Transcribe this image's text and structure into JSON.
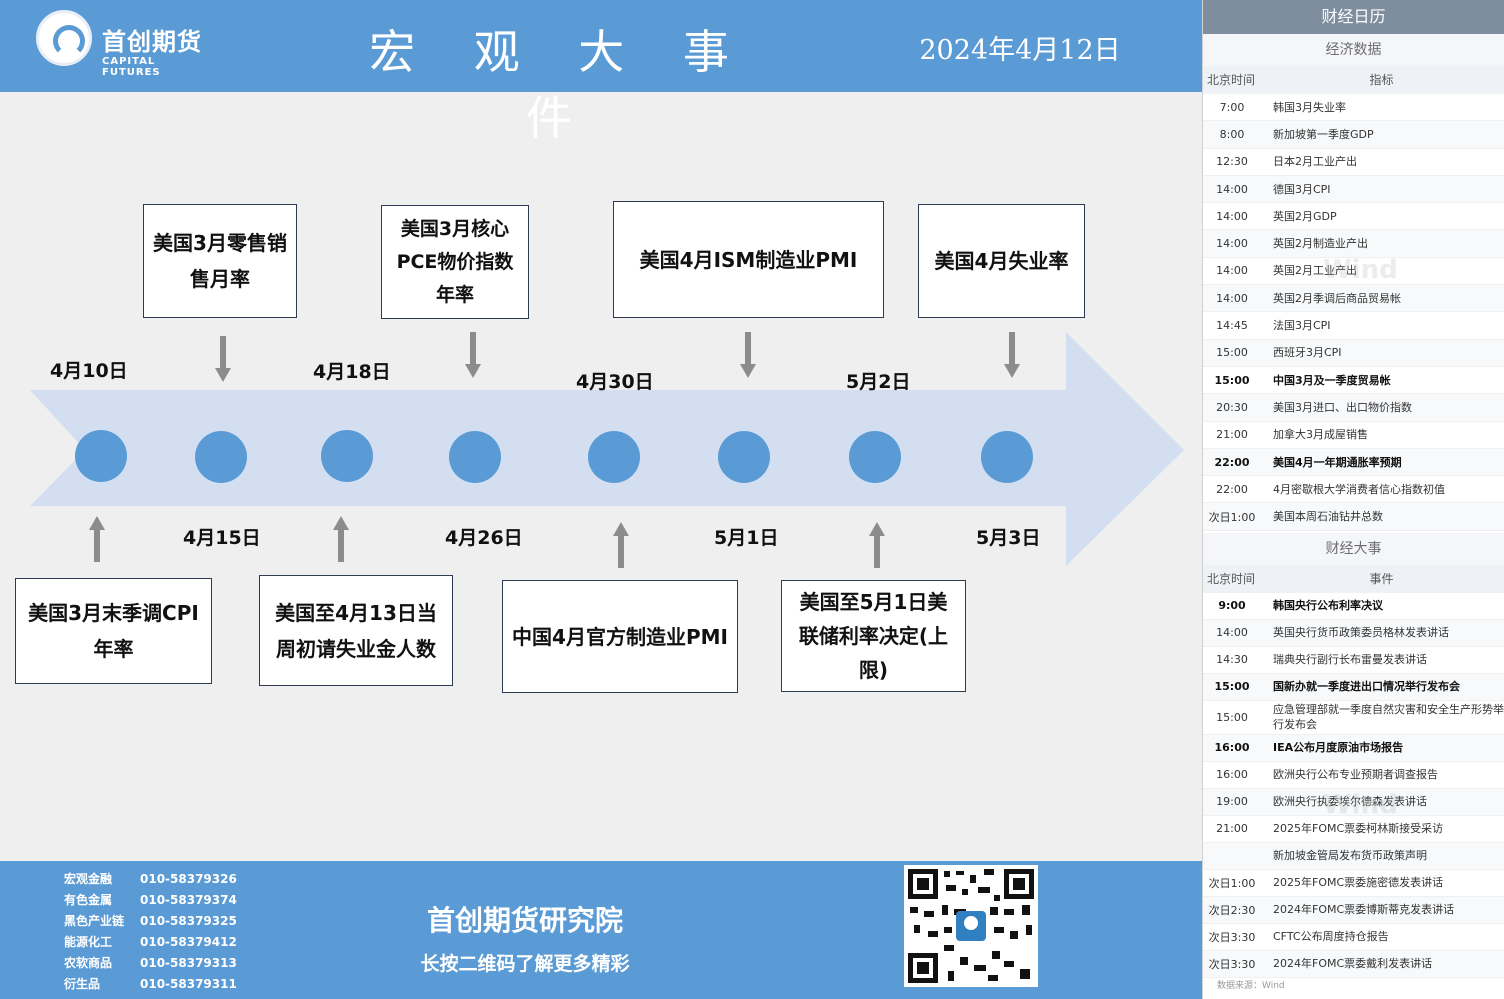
{
  "header": {
    "logo_cn": "首创期货",
    "logo_en": "CAPITAL FUTURES",
    "title": "宏 观 大 事 件",
    "date": "2024年4月12日"
  },
  "timeline": {
    "upper_dates": [
      "4月10日",
      "4月18日",
      "4月30日",
      "5月2日"
    ],
    "lower_dates": [
      "4月15日",
      "4月26日",
      "5月1日",
      "5月3日"
    ],
    "upper_events": [
      "美国3月零售销售月率",
      "美国3月核心PCE物价指数年率",
      "美国4月ISM制造业PMI",
      "美国4月失业率"
    ],
    "lower_events": [
      "美国3月末季调CPI年率",
      "美国至4月13日当周初请失业金人数",
      "中国4月官方制造业PMI",
      "美国至5月1日美联储利率决定(上限)"
    ]
  },
  "footer": {
    "contacts": [
      {
        "name": "宏观金融",
        "phone": "010-58379326"
      },
      {
        "name": "有色金属",
        "phone": "010-58379374"
      },
      {
        "name": "黑色产业链",
        "phone": "010-58379325"
      },
      {
        "name": "能源化工",
        "phone": "010-58379412"
      },
      {
        "name": "农软商品",
        "phone": "010-58379313"
      },
      {
        "name": "衍生品",
        "phone": "010-58379311"
      }
    ],
    "title": "首创期货研究院",
    "subtitle": "长按二维码了解更多精彩"
  },
  "calendar": {
    "title": "财经日历",
    "econ_title": "经济数据",
    "econ_head": {
      "time": "北京时间",
      "item": "指标"
    },
    "econ_rows": [
      {
        "time": "7:00",
        "item": "韩国3月失业率",
        "bold": false
      },
      {
        "time": "8:00",
        "item": "新加坡第一季度GDP",
        "bold": false
      },
      {
        "time": "12:30",
        "item": "日本2月工业产出",
        "bold": false
      },
      {
        "time": "14:00",
        "item": "德国3月CPI",
        "bold": false
      },
      {
        "time": "14:00",
        "item": "英国2月GDP",
        "bold": false
      },
      {
        "time": "14:00",
        "item": "英国2月制造业产出",
        "bold": false
      },
      {
        "time": "14:00",
        "item": "英国2月工业产出",
        "bold": false
      },
      {
        "time": "14:00",
        "item": "英国2月季调后商品贸易帐",
        "bold": false
      },
      {
        "time": "14:45",
        "item": "法国3月CPI",
        "bold": false
      },
      {
        "time": "15:00",
        "item": "西班牙3月CPI",
        "bold": false
      },
      {
        "time": "15:00",
        "item": "中国3月及一季度贸易帐",
        "bold": true
      },
      {
        "time": "20:30",
        "item": "美国3月进口、出口物价指数",
        "bold": false
      },
      {
        "time": "21:00",
        "item": "加拿大3月成屋销售",
        "bold": false
      },
      {
        "time": "22:00",
        "item": "美国4月一年期通胀率预期",
        "bold": true
      },
      {
        "time": "22:00",
        "item": "4月密歇根大学消费者信心指数初值",
        "bold": false
      },
      {
        "time": "次日1:00",
        "item": "美国本周石油钻井总数",
        "bold": false
      }
    ],
    "event_title": "财经大事",
    "event_head": {
      "time": "北京时间",
      "item": "事件"
    },
    "event_rows": [
      {
        "time": "9:00",
        "item": "韩国央行公布利率决议",
        "bold": true
      },
      {
        "time": "14:00",
        "item": "英国央行货币政策委员格林发表讲话",
        "bold": false
      },
      {
        "time": "14:30",
        "item": "瑞典央行副行长布雷曼发表讲话",
        "bold": false
      },
      {
        "time": "15:00",
        "item": "国新办就一季度进出口情况举行发布会",
        "bold": true
      },
      {
        "time": "15:00",
        "item": "应急管理部就一季度自然灾害和安全生产形势举行发布会",
        "bold": false
      },
      {
        "time": "16:00",
        "item": "IEA公布月度原油市场报告",
        "bold": true
      },
      {
        "time": "16:00",
        "item": "欧洲央行公布专业预期者调查报告",
        "bold": false
      },
      {
        "time": "19:00",
        "item": "欧洲央行执委埃尔德森发表讲话",
        "bold": false
      },
      {
        "time": "21:00",
        "item": "2025年FOMC票委柯林斯接受采访",
        "bold": false
      },
      {
        "time": "",
        "item": "新加坡金管局发布货币政策声明",
        "bold": false
      },
      {
        "time": "次日1:00",
        "item": "2025年FOMC票委施密德发表讲话",
        "bold": false
      },
      {
        "time": "次日2:30",
        "item": "2024年FOMC票委博斯蒂克发表讲话",
        "bold": false
      },
      {
        "time": "次日3:30",
        "item": "CFTC公布周度持仓报告",
        "bold": false
      },
      {
        "time": "次日3:30",
        "item": "2024年FOMC票委戴利发表讲话",
        "bold": false
      }
    ],
    "source": "数据来源：Wind",
    "watermark": "Wind"
  }
}
